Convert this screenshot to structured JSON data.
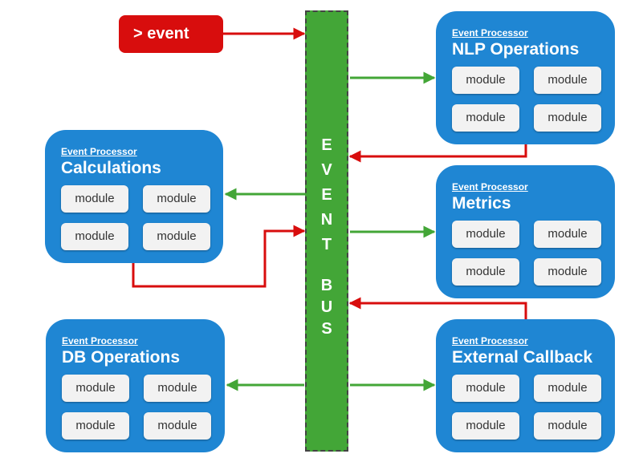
{
  "event_trigger": {
    "label": "> event"
  },
  "bus": {
    "letters": [
      "E",
      "V",
      "E",
      "N",
      "T",
      "B",
      "U",
      "S"
    ]
  },
  "processors": {
    "nlp": {
      "kicker": "Event Processor",
      "title": "NLP Operations",
      "modules": [
        "module",
        "module",
        "module",
        "module"
      ]
    },
    "calc": {
      "kicker": "Event Processor",
      "title": "Calculations",
      "modules": [
        "module",
        "module",
        "module",
        "module"
      ]
    },
    "metrics": {
      "kicker": "Event Processor",
      "title": "Metrics",
      "modules": [
        "module",
        "module",
        "module",
        "module"
      ]
    },
    "db": {
      "kicker": "Event Processor",
      "title": "DB Operations",
      "modules": [
        "module",
        "module",
        "module",
        "module"
      ]
    },
    "callback": {
      "kicker": "Event Processor",
      "title": "External Callback",
      "modules": [
        "module",
        "module",
        "module",
        "module"
      ]
    }
  },
  "colors": {
    "bus": "#43a637",
    "processor": "#1f86d3",
    "publish_arrow": "#d80d0d",
    "subscribe_arrow": "#43a637"
  }
}
